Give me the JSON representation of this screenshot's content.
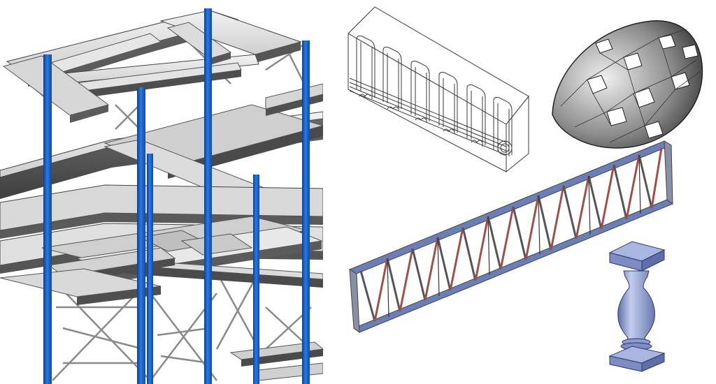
{
  "image": {
    "subjects": [
      "steel-frame-model",
      "rebar-cage-model",
      "geodesic-dome-model",
      "steel-truss-model",
      "baluster-model"
    ]
  },
  "colors": {
    "column_blue": "#1d66c8",
    "beam_light": "#d9d9d9",
    "beam_dark": "#555555",
    "line": "#3a3a3a",
    "baluster": "#9aa9d9",
    "truss_blue": "#6a7fb8",
    "truss_red": "#a0504a"
  }
}
